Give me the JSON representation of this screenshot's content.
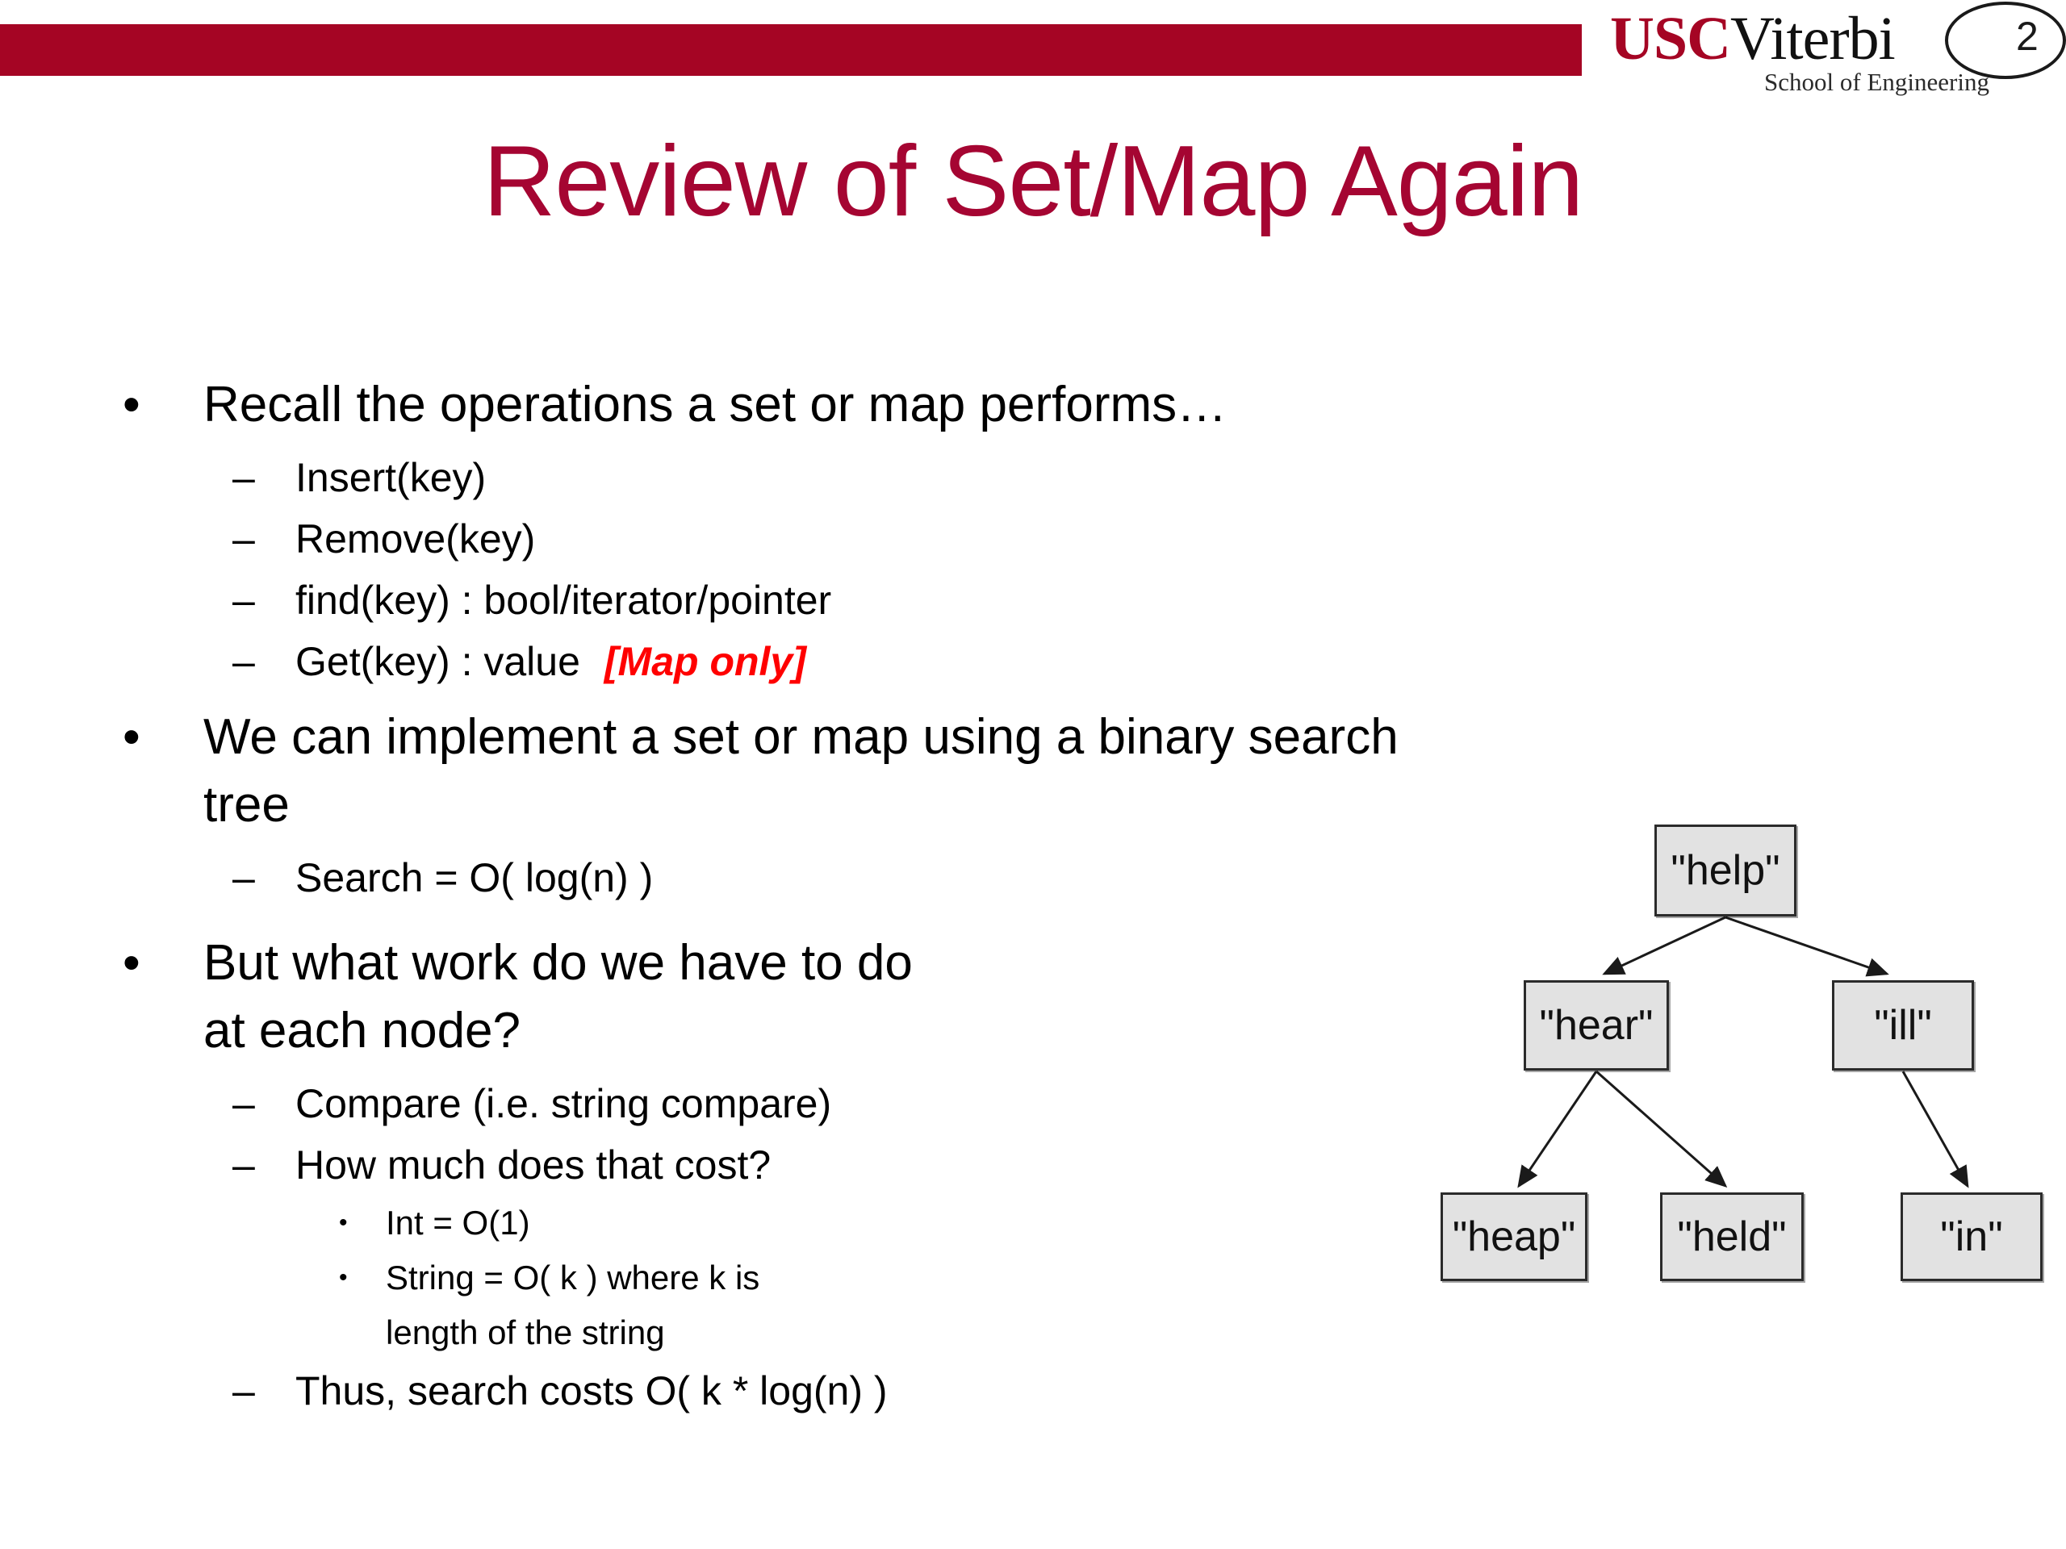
{
  "header": {
    "bar_color": "#A50524",
    "logo_usc": "USC",
    "logo_viterbi": "Viterbi",
    "logo_subtitle": "School of Engineering",
    "page_number": "2"
  },
  "title": {
    "text": "Review of Set/Map Again",
    "color": "#A50532"
  },
  "bullets": {
    "b1": "Recall the operations a set or map performs…",
    "b1s1": "Insert(key)",
    "b1s2": "Remove(key)",
    "b1s3": "find(key) : bool/iterator/pointer",
    "b1s4": "Get(key) : value",
    "b1s4_note": "[Map only]",
    "b1s4_note_color": "#FF0000",
    "b2": "We can implement a set or map using a binary search tree",
    "b2s1": "Search = O( log(n) )",
    "b3_line1": "But what work do we have to do",
    "b3_line2": "at each node?",
    "b3s1": "Compare (i.e. string compare)",
    "b3s2": "How much does that cost?",
    "b3s2a": "Int = O(1)",
    "b3s2b_line1": "String = O( k ) where k is",
    "b3s2b_line2": "length of the string",
    "b3s3": "Thus, search costs O( k * log(n) )"
  },
  "markers": {
    "dot": "•",
    "dash": "–",
    "small_dot": "•"
  },
  "tree": {
    "node_fill": "#E2E2E2",
    "node_border": "#2b2b2b",
    "nodes": {
      "root": "\"help\"",
      "left": "\"hear\"",
      "right": "\"ill\"",
      "left_left": "\"heap\"",
      "left_right": "\"held\"",
      "right_right": "\"in\""
    }
  }
}
